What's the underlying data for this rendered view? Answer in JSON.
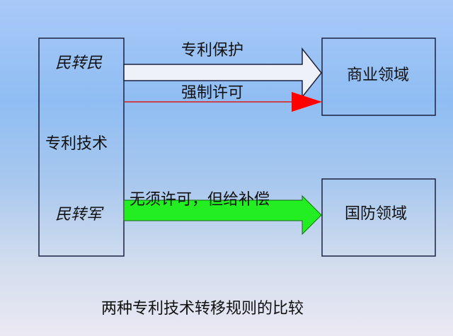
{
  "source_box": {
    "label_top": "民转民",
    "label_mid": "专利技术",
    "label_bottom": "民转军"
  },
  "targets": {
    "commercial": "商业领域",
    "defense": "国防领域"
  },
  "arrows": {
    "patent_protection": {
      "label": "专利保护",
      "color": "#eef2f8"
    },
    "compulsory_license": {
      "label": "强制许可",
      "color": "#ff0000"
    },
    "no_license_compensation": {
      "label": "无须许可，但给补偿",
      "color": "#22ee22"
    }
  },
  "caption": "两种专利技术转移规则的比较"
}
